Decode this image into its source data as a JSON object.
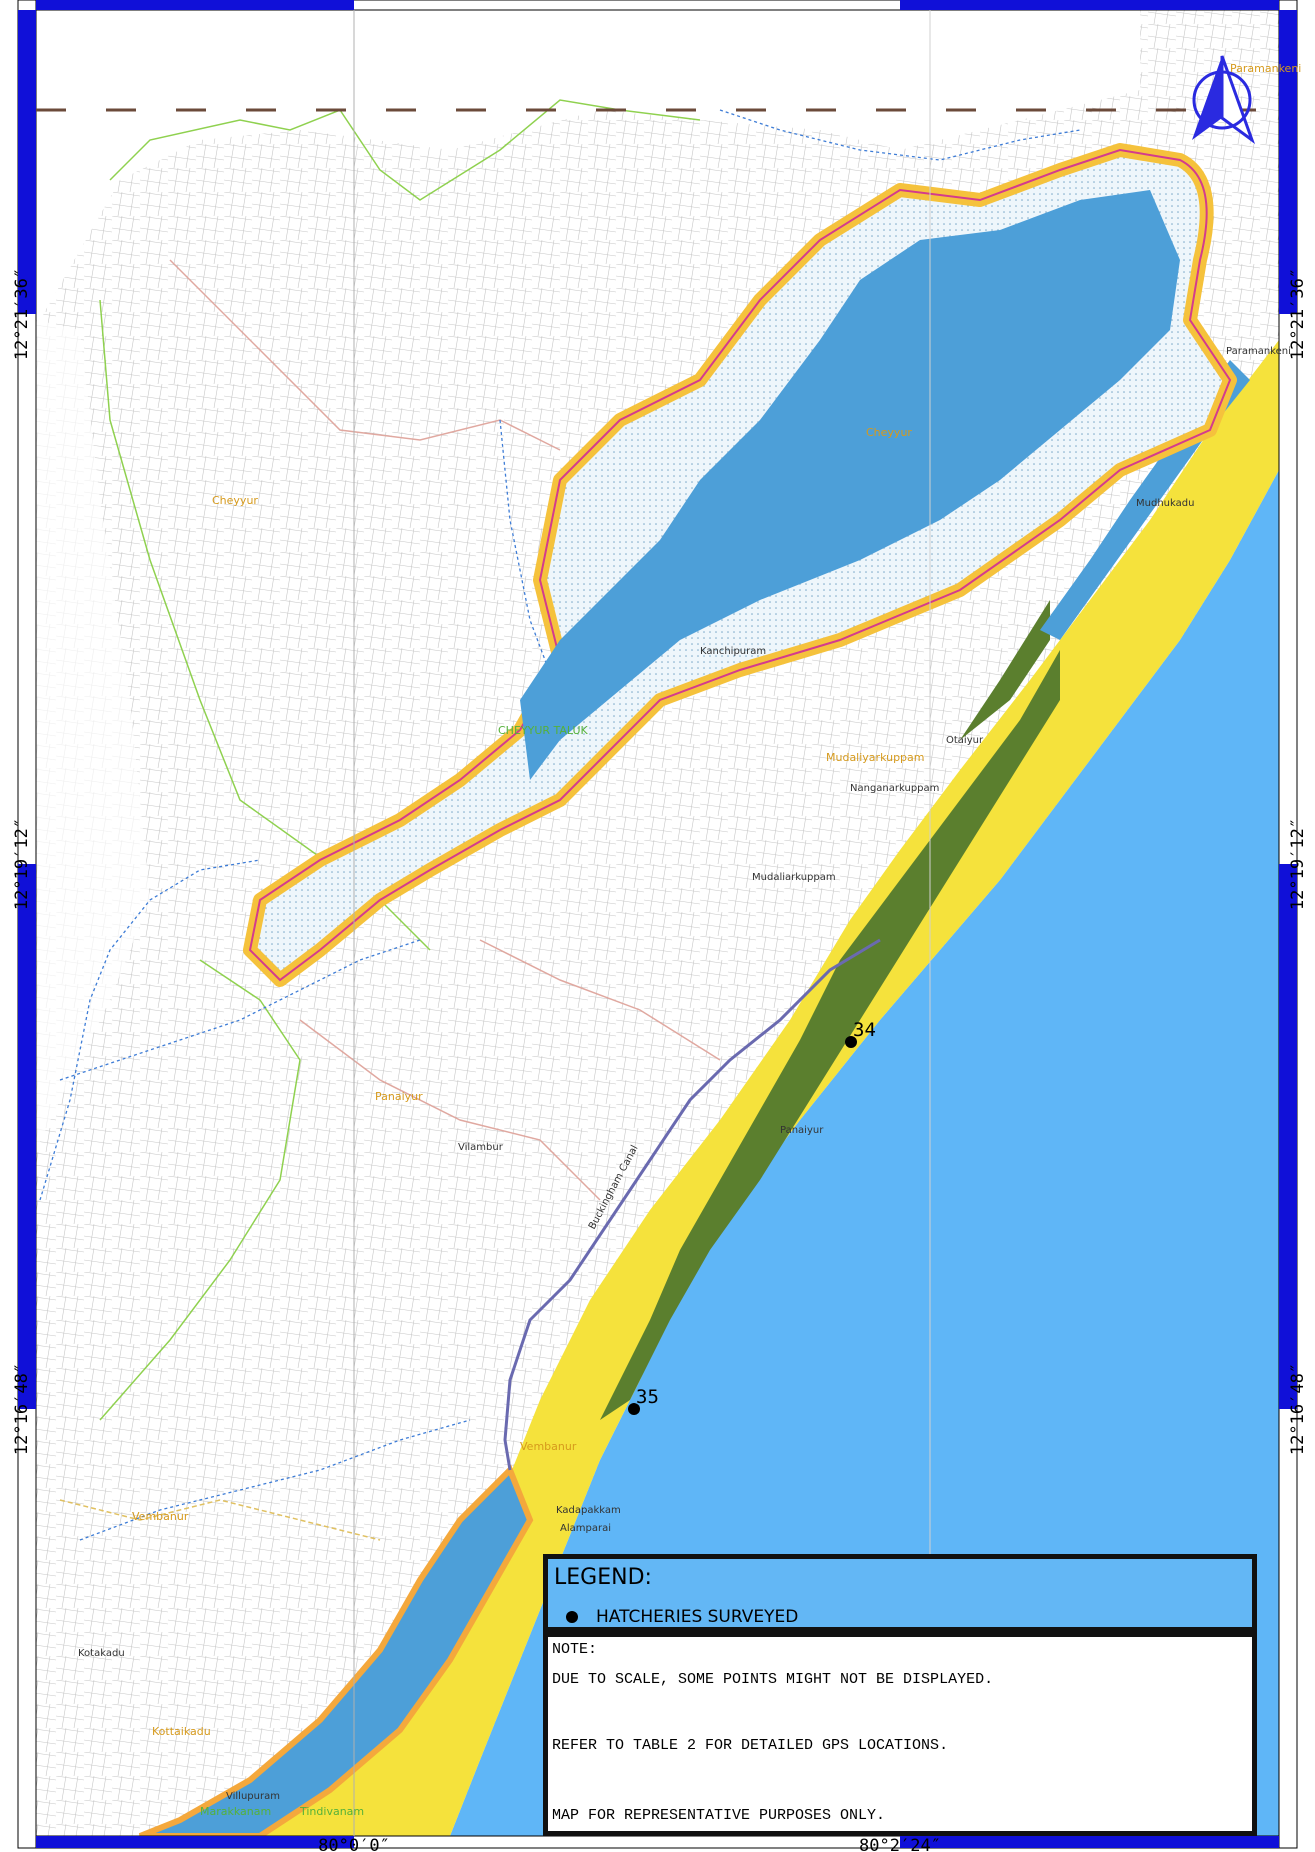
{
  "coordinates": {
    "lat_top": "12°21′36″",
    "lat_mid": "12°19′12″",
    "lat_bottom": "12°16′48″",
    "lon_left": "80°0′0″",
    "lon_right": "80°2′24″"
  },
  "places": {
    "cheyyur_west": "Cheyyur",
    "cheyyur_lake": "Cheyyur",
    "kanchipuram": "Kanchipuram",
    "cheyyur_taluk": "CHEYYUR TALUK",
    "mudaliyarkuppam_orange": "Mudaliyarkuppam",
    "mudaliarkuppam": "Mudaliarkuppam",
    "otaiyur": "Otaiyur",
    "nanganarkuppam": "Nanganarkuppam",
    "mudhukadu": "Mudhukadu",
    "paramankeni_top": "Paramankeni",
    "paramankeni": "Paramankeni",
    "panaiyur": "Panaiyur",
    "vilambur": "Vilambur",
    "buckingham_canal": "Buckingham Canal",
    "panaiyur_east": "Panaiyur",
    "vembanur_east": "Vembanur",
    "vembanur_west": "Vembanur",
    "kadapakkam": "Kadapakkam",
    "alamparai": "Alamparai",
    "kotakadu": "Kotakadu",
    "kottaikadu": "Kottaikadu",
    "villupuram": "Villupuram",
    "marakkanam": "Marakkanam",
    "tindivanam": "Tindivanam"
  },
  "points": [
    {
      "label": "34"
    },
    {
      "label": "35"
    }
  ],
  "legend": {
    "title": "LEGEND:",
    "item": "HATCHERIES SURVEYED"
  },
  "note": {
    "title": "NOTE:",
    "line1": "DUE TO SCALE, SOME POINTS MIGHT NOT BE DISPLAYED.",
    "line2": "REFER TO TABLE 2 FOR DETAILED GPS LOCATIONS.",
    "line3": "MAP FOR REPRESENTATIVE PURPOSES ONLY."
  },
  "colors": {
    "frame": "#1010d8",
    "sea": "#5fb6f7",
    "lake": "#4d9fd8",
    "buffer": "#f5e23c",
    "buffer_edge": "#f4a83c",
    "mangrove": "#5b7f2e",
    "grid_lines": "#c9a99a"
  }
}
